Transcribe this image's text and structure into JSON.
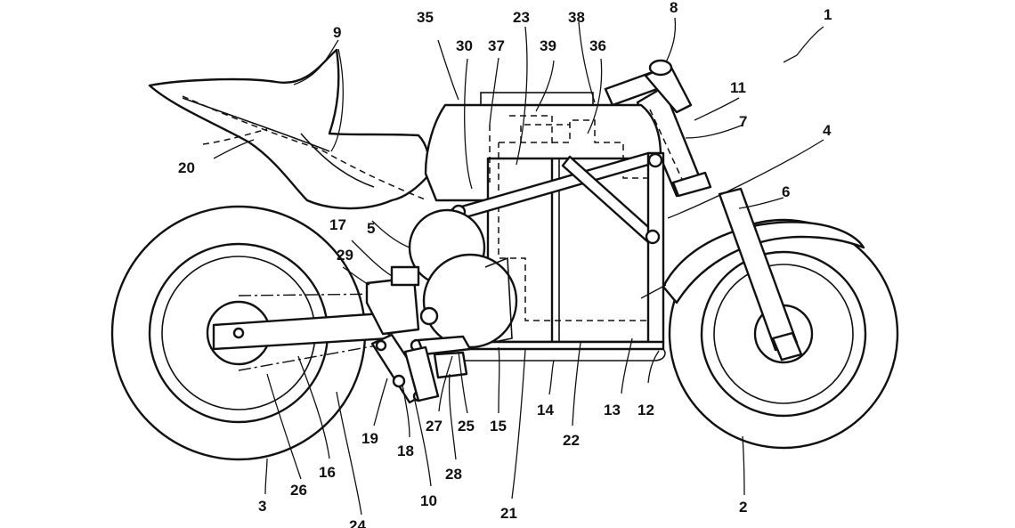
{
  "labels": {
    "l1": "1",
    "l2": "2",
    "l3": "3",
    "l4": "4",
    "l5": "5",
    "l6": "6",
    "l7": "7",
    "l8": "8",
    "l9": "9",
    "l10": "10",
    "l11": "11",
    "l12": "12",
    "l13": "13",
    "l14": "14",
    "l15": "15",
    "l16": "16",
    "l17": "17",
    "l18": "18",
    "l19": "19",
    "l20": "20",
    "l21": "21",
    "l22": "22",
    "l23": "23",
    "l24": "24",
    "l25": "25",
    "l26": "26",
    "l27": "27",
    "l28": "28",
    "l29": "29",
    "l30": "30",
    "l35": "35",
    "l36": "36",
    "l37": "37",
    "l38": "38",
    "l39": "39"
  }
}
